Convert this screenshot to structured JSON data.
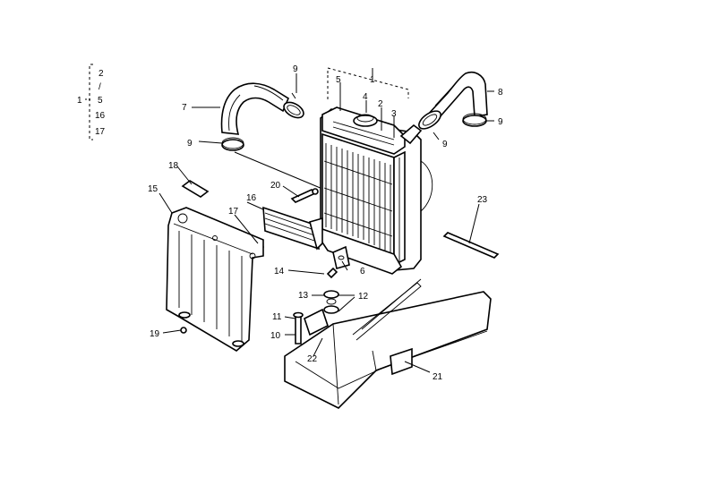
{
  "diagram": {
    "group": {
      "main": "1",
      "items": [
        "2",
        "5",
        "16",
        "17"
      ]
    },
    "callouts": {
      "c1": "1",
      "c2": "2",
      "c3": "3",
      "c4": "4",
      "c5": "5",
      "c6": "6",
      "c7": "7",
      "c8": "8",
      "c9a": "9",
      "c9b": "9",
      "c9c": "9",
      "c9d": "9",
      "c10": "10",
      "c11": "11",
      "c12": "12",
      "c13": "13",
      "c14": "14",
      "c15": "15",
      "c16": "16",
      "c17": "17",
      "c18": "18",
      "c19": "19",
      "c20": "20",
      "c21": "21",
      "c22": "22",
      "c23": "23"
    }
  }
}
